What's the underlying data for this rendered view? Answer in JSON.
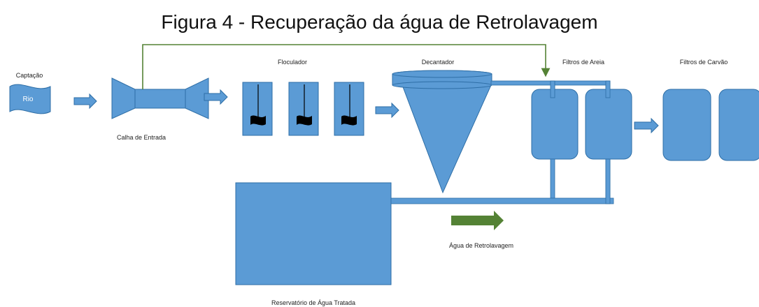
{
  "title": "Figura 4 - Recuperação da água de Retrolavagem",
  "labels": {
    "captacao": "Captação",
    "rio": "Rio",
    "calha": "Calha de Entrada",
    "floculador": "Floculador",
    "decantador": "Decantador",
    "filtros_areia": "Filtros de Areia",
    "filtros_carvao": "Filtros de Carvão",
    "reservatorio": "Reservatório de Água Tratada",
    "legenda_retrolavagem": "Água de Retrolavagem"
  },
  "colors": {
    "process_blue": "#5b9bd5",
    "outline_blue": "#2e6ea6",
    "backwash_green": "#548235",
    "mixer_black": "#000000"
  }
}
